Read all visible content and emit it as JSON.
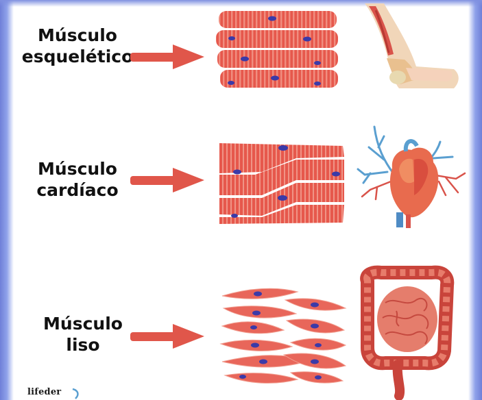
{
  "rows": [
    {
      "id": "skeletal",
      "line1": "Músculo",
      "line2": "esquelético"
    },
    {
      "id": "cardiac",
      "line1": "Músculo",
      "line2": "cardíaco"
    },
    {
      "id": "smooth",
      "line1": "Músculo",
      "line2": "liso"
    }
  ],
  "brand": "lifeder",
  "colors": {
    "arrow": "#e0564a",
    "fiber": "#e6584c",
    "fiber_light": "#f29a8c",
    "nucleus": "#3b3aa8",
    "vessel_blue": "#5a9fd0"
  },
  "icons": {
    "skeletal_organ": "elbow-arm-icon",
    "cardiac_organ": "heart-icon",
    "smooth_organ": "intestines-icon"
  }
}
